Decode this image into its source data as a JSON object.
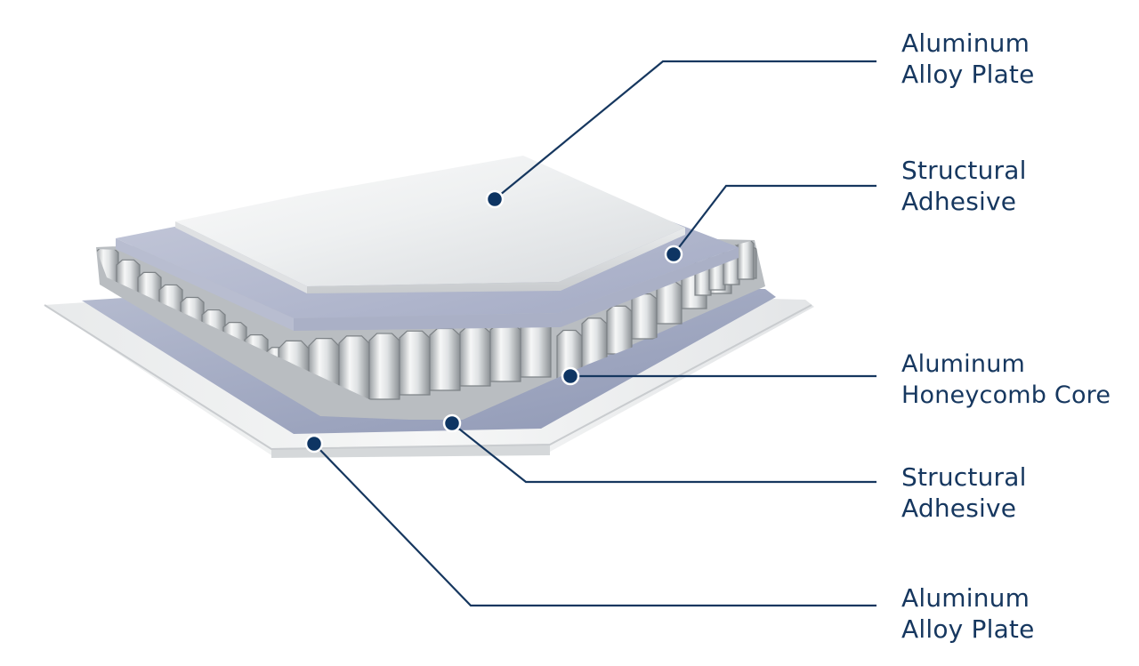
{
  "diagram": {
    "title": "",
    "colors": {
      "label_text": "#16375f",
      "leader_line": "#16375f",
      "marker_dot": "#0e3563",
      "plate_light": "#f4f5f5",
      "plate_shadow": "#c9cccf",
      "adhesive": "#9ea6c1",
      "honeycomb_light": "#f1f2f2",
      "honeycomb_dark": "#8f9498"
    },
    "callouts": [
      {
        "id": "top-plate",
        "line1": "Aluminum",
        "line2": "Alloy Plate"
      },
      {
        "id": "top-adhesive",
        "line1": "Structural",
        "line2": "Adhesive"
      },
      {
        "id": "core",
        "line1": "Aluminum",
        "line2": "Honeycomb Core"
      },
      {
        "id": "bottom-adhesive",
        "line1": "Structural",
        "line2": "Adhesive"
      },
      {
        "id": "bottom-plate",
        "line1": "Aluminum",
        "line2": "Alloy Plate"
      }
    ]
  }
}
